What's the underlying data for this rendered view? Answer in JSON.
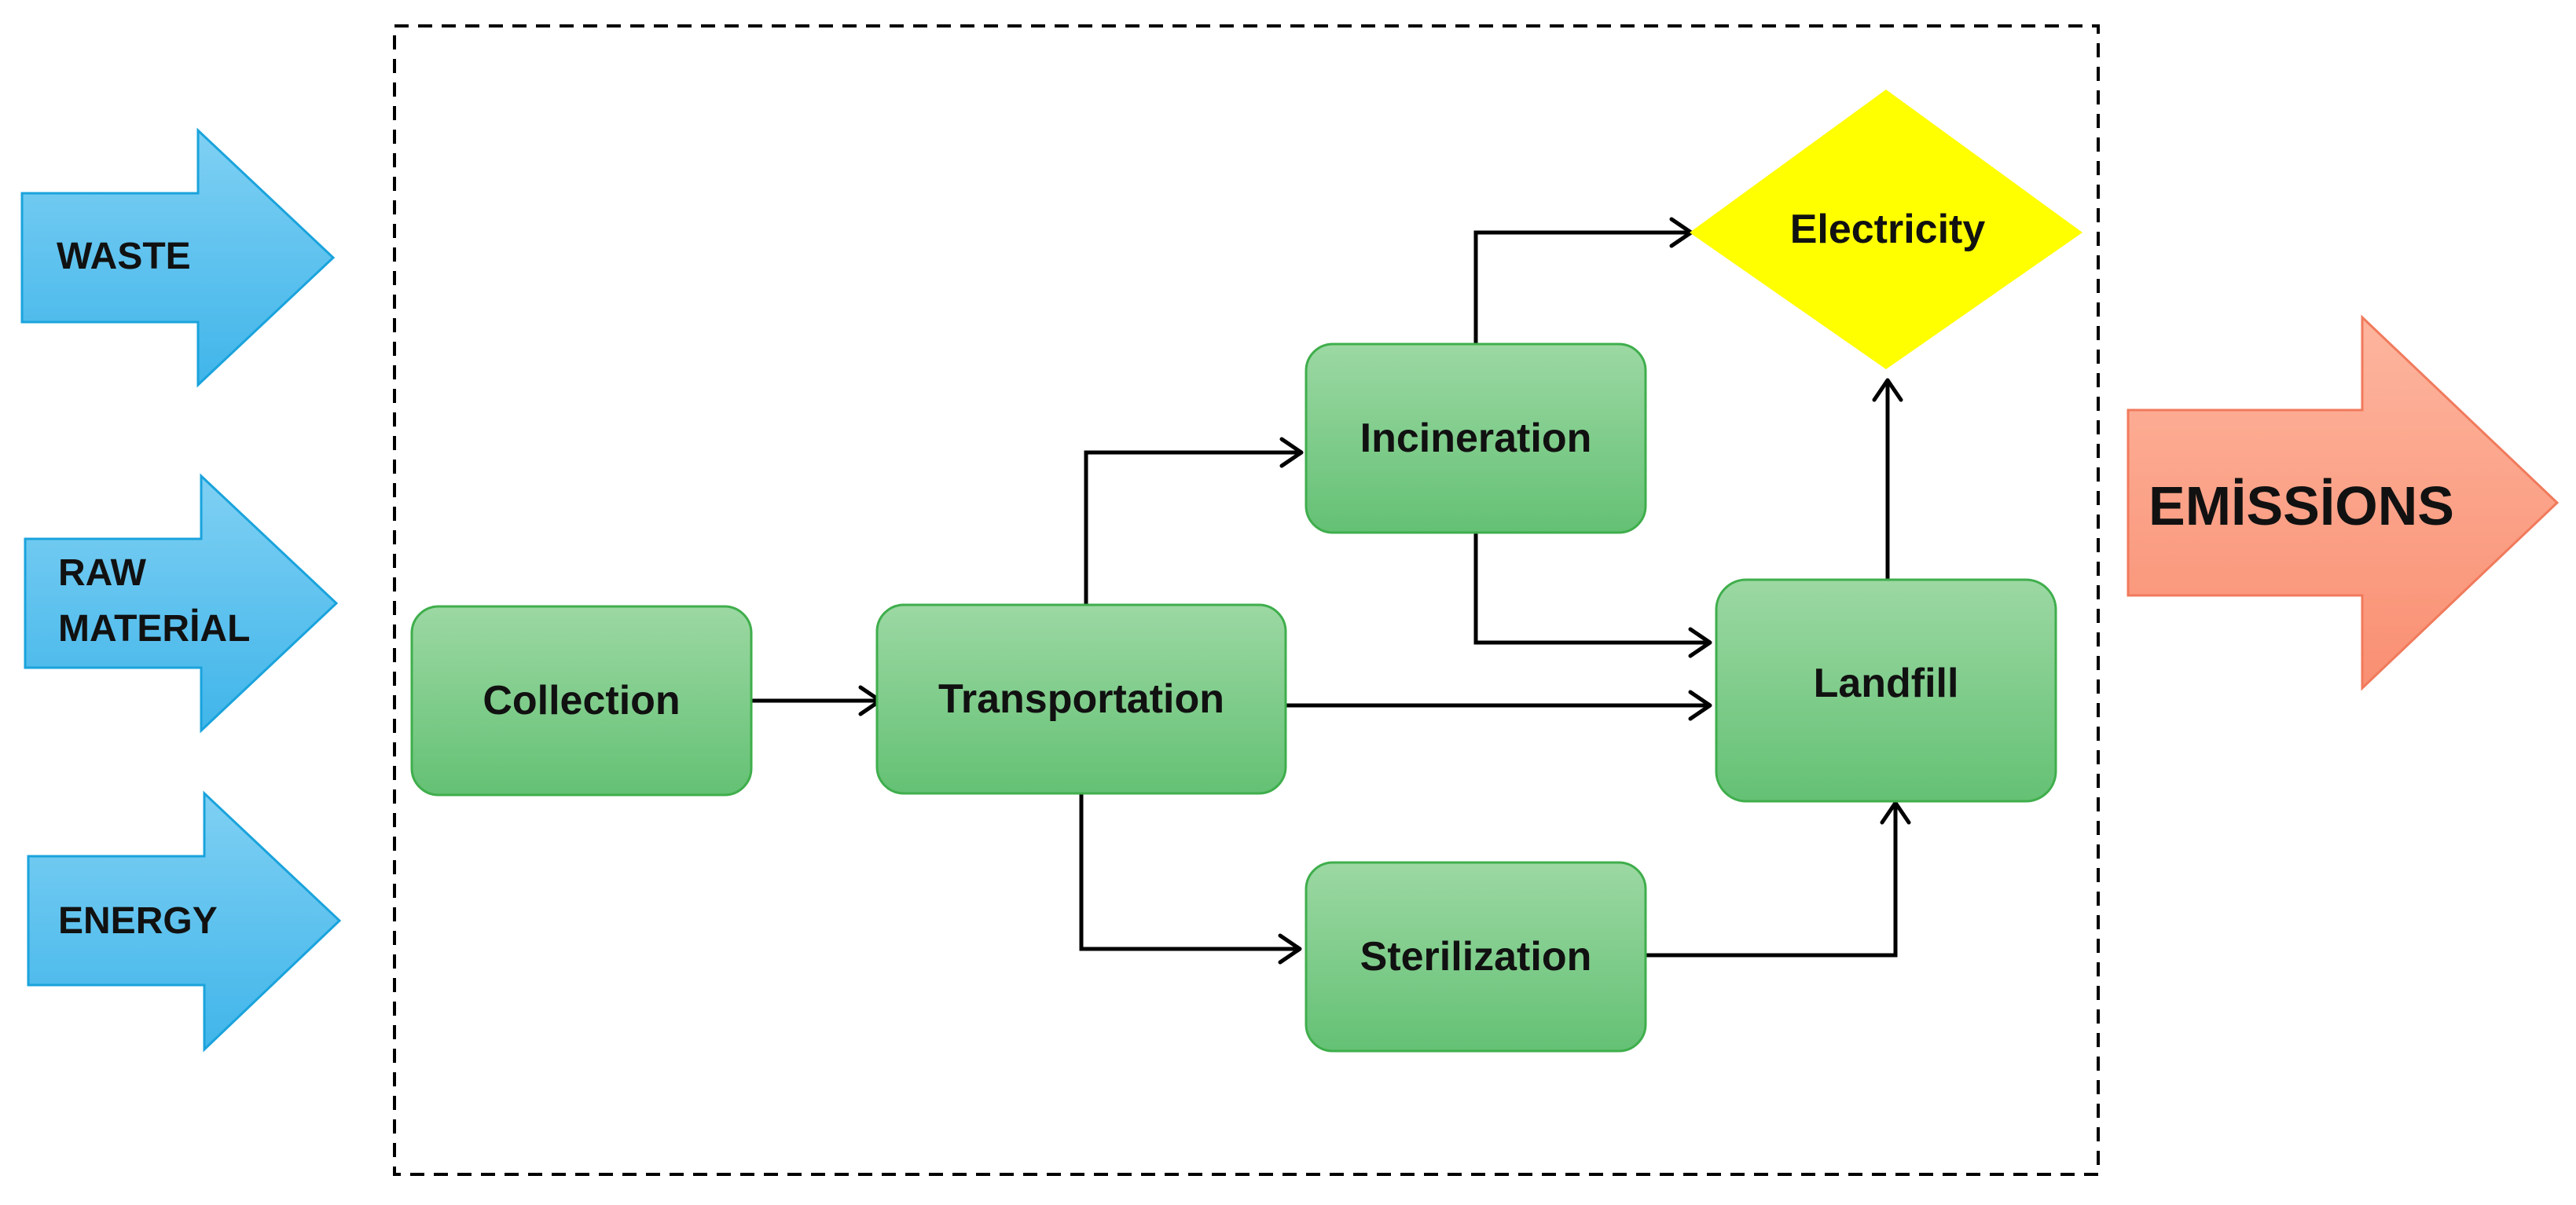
{
  "inputs": {
    "waste": "WASTE",
    "raw_material_line1": "RAW",
    "raw_material_line2": "MATERİAL",
    "energy": "ENERGY"
  },
  "output": {
    "emissions": "EMİSSİONS"
  },
  "process": {
    "collection": "Collection",
    "transportation": "Transportation",
    "incineration": "Incineration",
    "sterilization": "Sterilization",
    "landfill": "Landfill",
    "electricity": "Electricity"
  },
  "colors": {
    "input_arrow_fill": "#5bc2ee",
    "input_arrow_stroke": "#1aa3dc",
    "output_arrow_fill": "#fba388",
    "output_arrow_stroke": "#f07a5c",
    "process_box_top": "#9bd9a2",
    "process_box_bottom": "#66c376",
    "process_box_stroke": "#3fae4c",
    "electricity_fill": "#ffff00",
    "connector": "#000000"
  }
}
